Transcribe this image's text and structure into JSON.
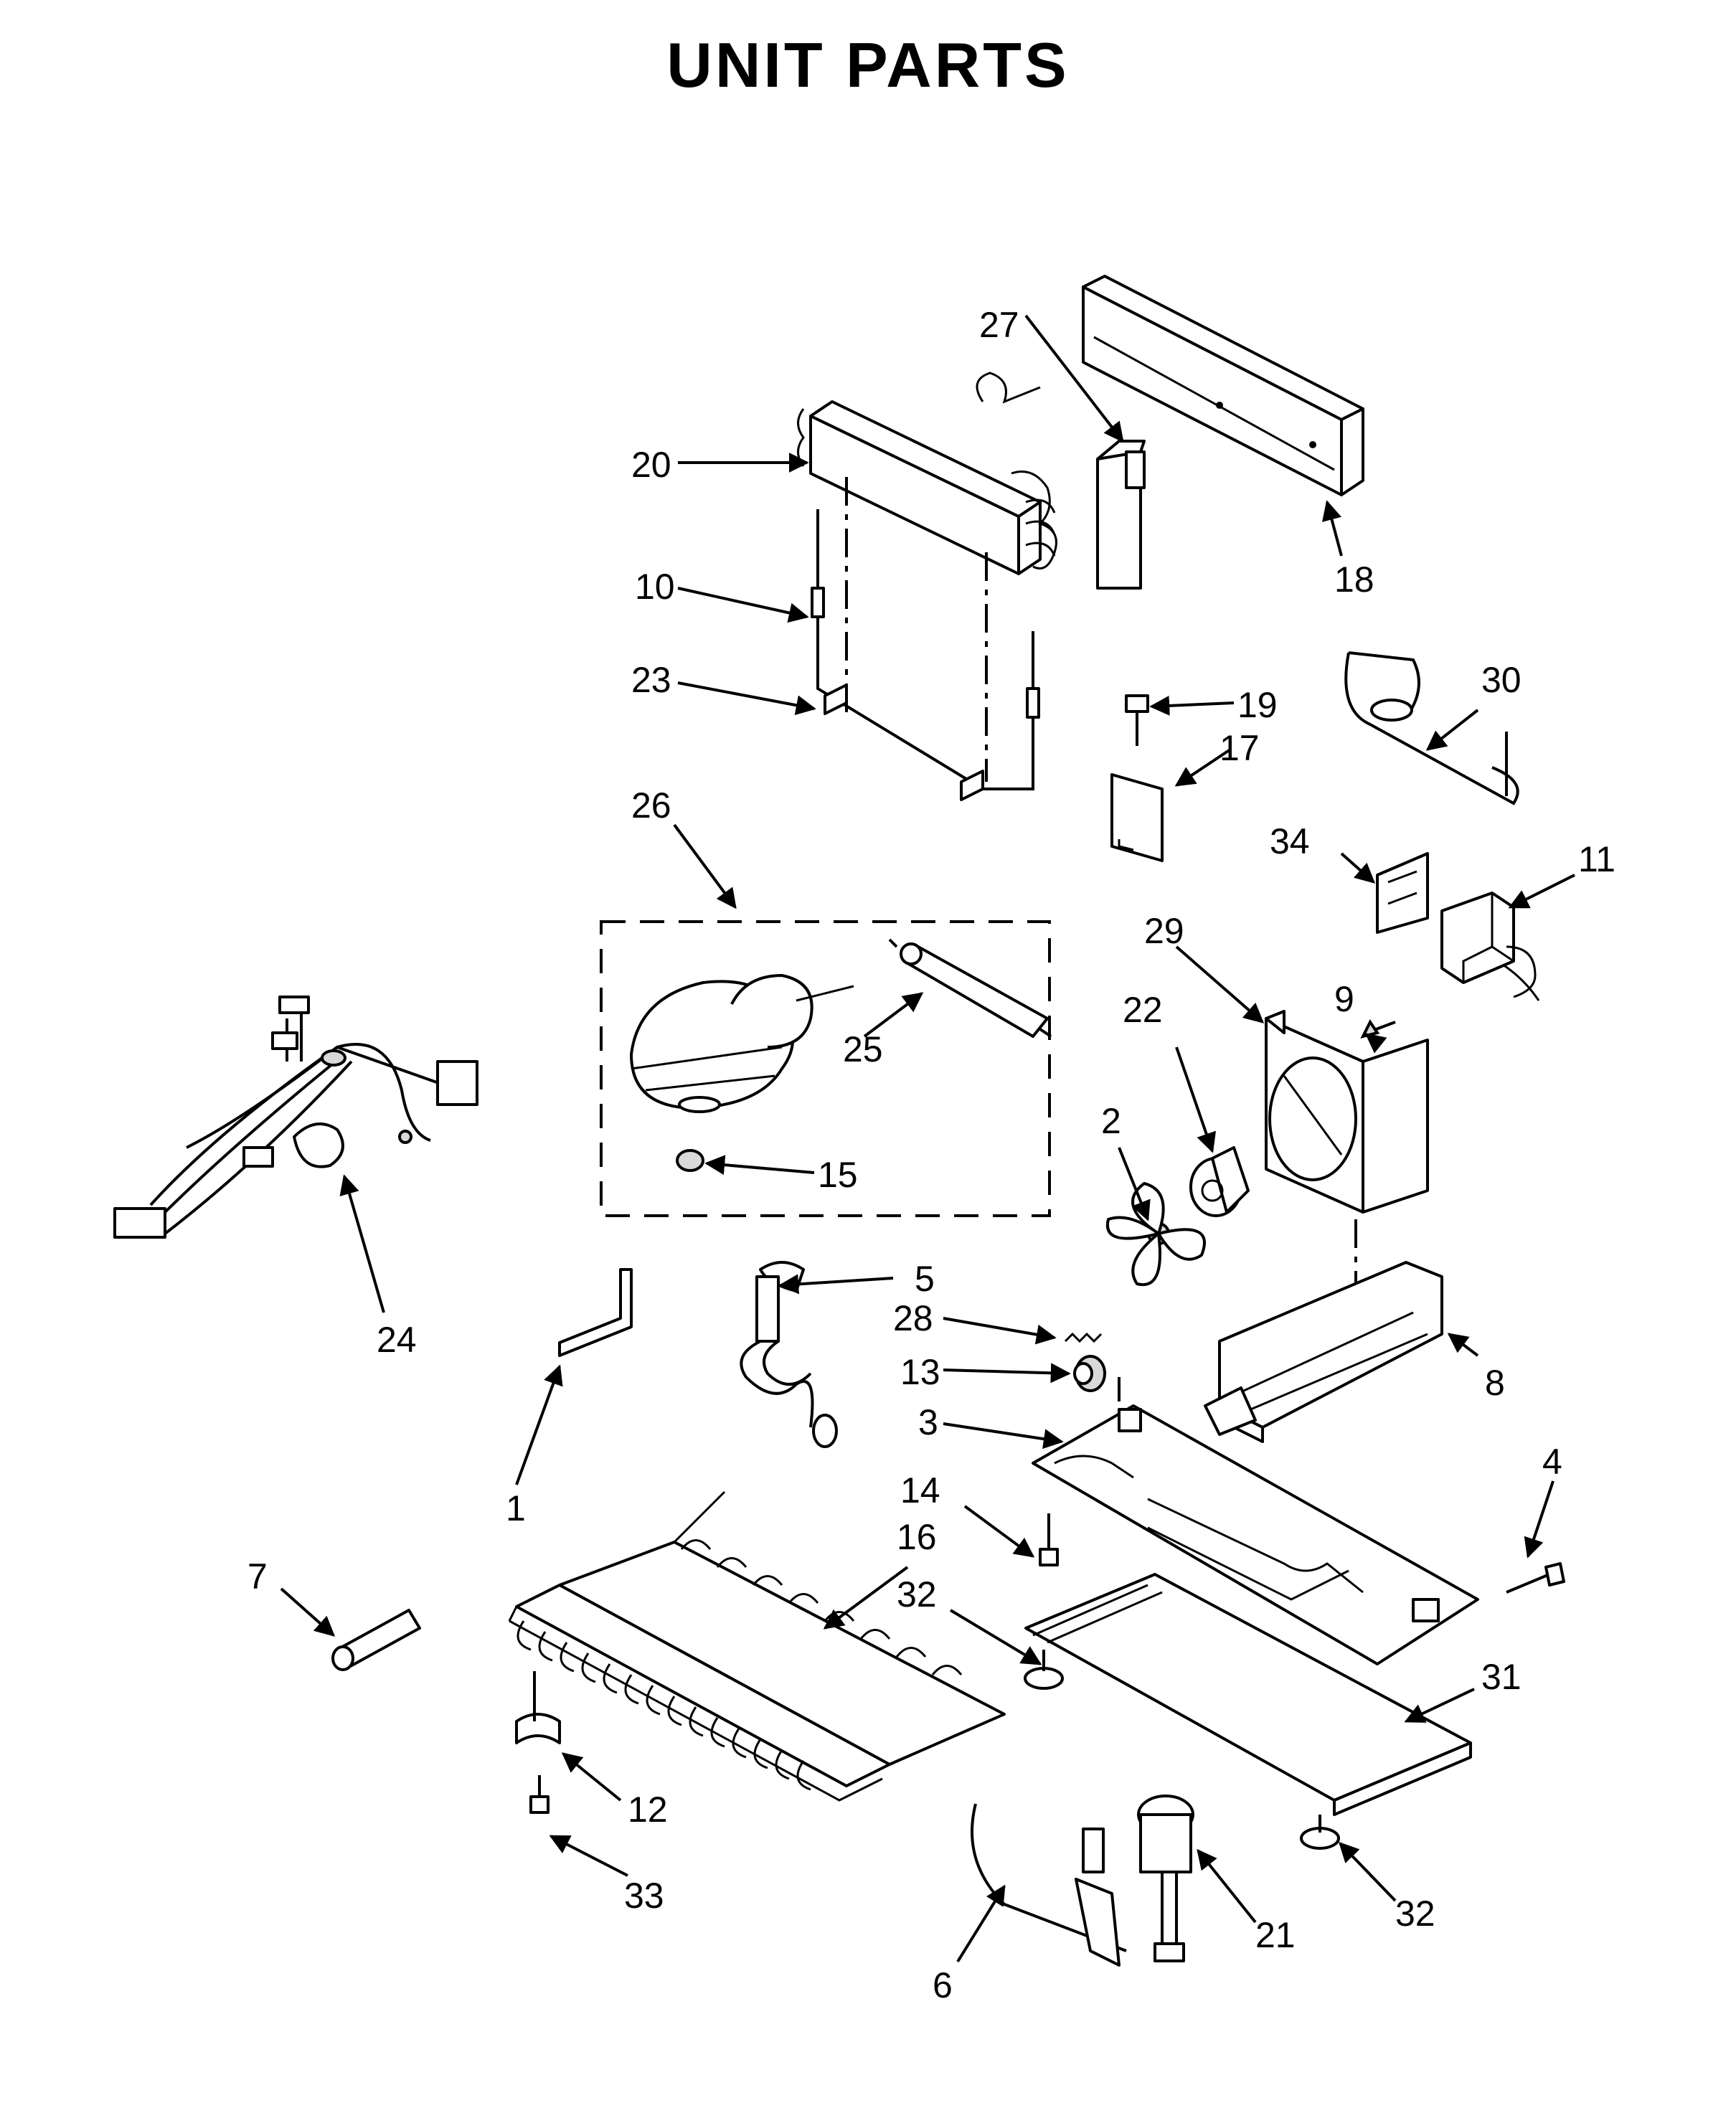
{
  "title": "UNIT PARTS",
  "callouts": [
    "1",
    "2",
    "3",
    "4",
    "5",
    "6",
    "7",
    "8",
    "9",
    "10",
    "11",
    "12",
    "13",
    "14",
    "15",
    "16",
    "17",
    "18",
    "19",
    "20",
    "21",
    "22",
    "23",
    "24",
    "25",
    "26",
    "27",
    "28",
    "29",
    "30",
    "31",
    "32",
    "33",
    "34"
  ],
  "labels": {
    "n1": "1",
    "n2": "2",
    "n3": "3",
    "n4": "4",
    "n5": "5",
    "n6": "6",
    "n7": "7",
    "n8": "8",
    "n9": "9",
    "n10": "10",
    "n11": "11",
    "n12": "12",
    "n13": "13",
    "n14": "14",
    "n15": "15",
    "n16": "16",
    "n17": "17",
    "n18": "18",
    "n19": "19",
    "n20": "20",
    "n21": "21",
    "n22": "22",
    "n23": "23",
    "n24": "24",
    "n25": "25",
    "n26": "26",
    "n27": "27",
    "n28": "28",
    "n29": "29",
    "n30": "30",
    "n31": "31",
    "n32a": "32",
    "n32b": "32",
    "n33": "33",
    "n34": "34"
  }
}
